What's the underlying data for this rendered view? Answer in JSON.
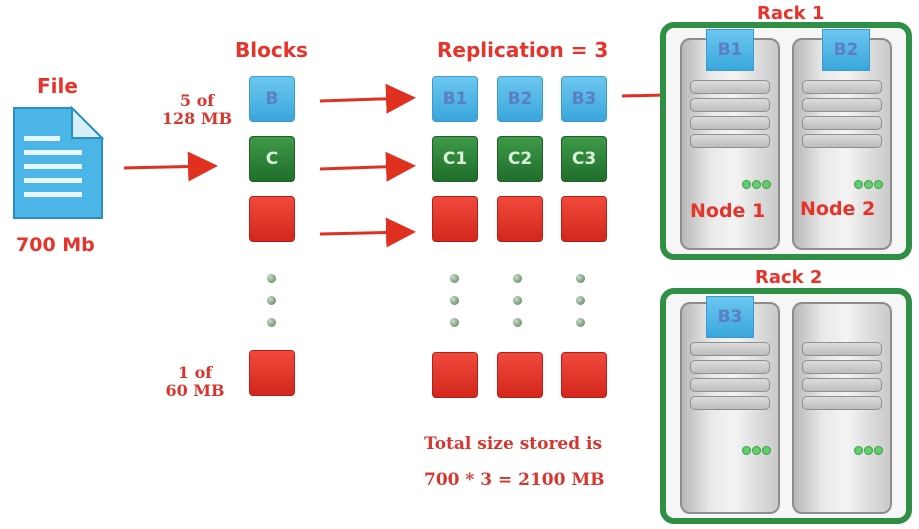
{
  "file": {
    "label": "File",
    "size": "700 Mb"
  },
  "blocks": {
    "title": "Blocks",
    "top_label": [
      "5 of",
      "128 MB"
    ],
    "bottom_label": [
      "1 of",
      "60 MB"
    ],
    "items": [
      {
        "name": "B",
        "color": "blue"
      },
      {
        "name": "C",
        "color": "green"
      },
      {
        "name": "",
        "color": "red"
      },
      {
        "name": "",
        "color": "red"
      }
    ]
  },
  "replication": {
    "title": "Replication = 3",
    "rows": [
      [
        "B1",
        "B2",
        "B3"
      ],
      [
        "C1",
        "C2",
        "C3"
      ],
      [
        "",
        "",
        ""
      ],
      [
        "",
        "",
        ""
      ]
    ]
  },
  "total": {
    "line1": "Total size stored is",
    "line2": "700 * 3 = 2100 MB"
  },
  "racks": [
    {
      "label": "Rack 1",
      "nodes": [
        {
          "label": "Node 1",
          "block": "B1"
        },
        {
          "label": "Node 2",
          "block": "B2"
        }
      ]
    },
    {
      "label": "Rack 2",
      "nodes": [
        {
          "label": "",
          "block": "B3"
        },
        {
          "label": "",
          "block": ""
        }
      ]
    }
  ],
  "colors": {
    "accent_red": "#e8332b",
    "rack_green": "#2f8f45",
    "block_blue": "#3aa6dd",
    "block_green": "#1f6e2a"
  }
}
